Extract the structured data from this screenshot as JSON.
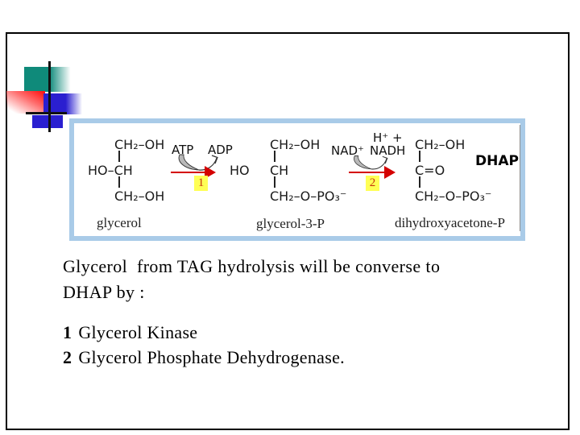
{
  "slide": {
    "background": "#ffffff",
    "border_color": "#000000"
  },
  "decoration": {
    "teal": "#0f8a7a",
    "red": "#ff1515",
    "blue": "#2a1fd0",
    "line": "#111111"
  },
  "figure": {
    "frame_color": "#a9cbe8",
    "arrow_color": "#d40000",
    "step_badge_bg": "#ffff55",
    "step_badge_text_color": "#c5350d",
    "molecules": [
      {
        "row1": "CH₂–OH",
        "row2": "HO–CH",
        "row3": "CH₂–OH",
        "label": "glycerol"
      },
      {
        "prefix": "HO",
        "row1": "CH₂–OH",
        "row2": "CH",
        "row3": "CH₂–O–PO₃⁻",
        "label": "glycerol-3-P"
      },
      {
        "row1": "CH₂–OH",
        "row2": "C=O",
        "row3": "CH₂–O–PO₃⁻",
        "label": "dihydroxyacetone-P",
        "tag": "DHAP"
      }
    ],
    "reactions": [
      {
        "substrate": "ATP",
        "product": "ADP",
        "step": "1"
      },
      {
        "substrate": "NAD⁺",
        "product": "NADH",
        "product_extra": "H⁺ +",
        "step": "2"
      }
    ]
  },
  "caption": {
    "line1": "Glycerol  from TAG hydrolysis will be converse to",
    "line2": "DHAP by :"
  },
  "enzymes": [
    {
      "num": "1",
      "name": "Glycerol Kinase"
    },
    {
      "num": "2",
      "name": "Glycerol Phosphate Dehydrogenase."
    }
  ]
}
